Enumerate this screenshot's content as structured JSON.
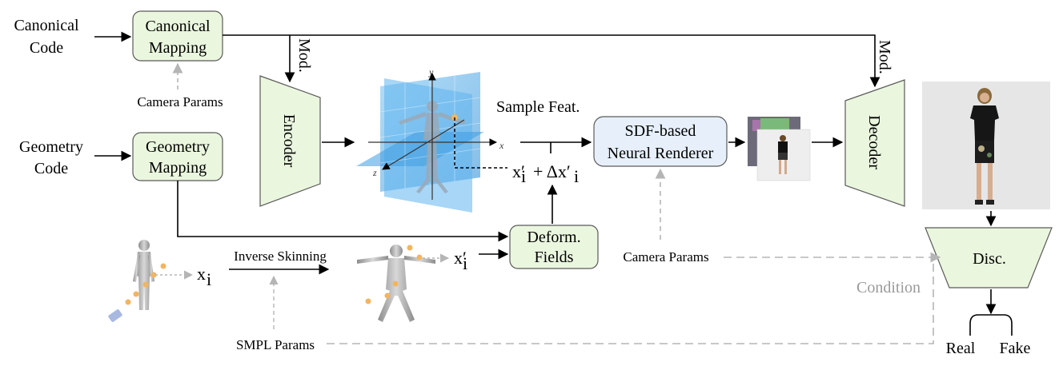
{
  "inputs": {
    "canonical_code": [
      "Canonical",
      "Code"
    ],
    "geometry_code": [
      "Geometry",
      "Code"
    ]
  },
  "blocks": {
    "canonical_mapping": [
      "Canonical",
      "Mapping"
    ],
    "geometry_mapping": [
      "Geometry",
      "Mapping"
    ],
    "encoder": "Encoder",
    "decoder": "Decoder",
    "renderer": [
      "SDF-based",
      "Neural Renderer"
    ],
    "deform_fields": [
      "Deform.",
      "Fields"
    ],
    "discriminator": "Disc."
  },
  "labels": {
    "mod_encoder": "Mod.",
    "mod_decoder": "Mod.",
    "camera_params_top": "Camera Params",
    "camera_params_renderer": "Camera Params",
    "sample_feat": "Sample Feat.",
    "inverse_skinning": "Inverse Skinning",
    "smpl_params": "SMPL Params",
    "condition": "Condition",
    "real": "Real",
    "fake": "Fake"
  },
  "math": {
    "x_i": "x",
    "x_i_sub": "i",
    "x_i_prime": "x′",
    "x_i_prime_sub": "i",
    "deformed_sum": "x′ + Δx′",
    "deformed_sum_sub": "i"
  },
  "axes": {
    "x": "x",
    "y": "y",
    "z": "z"
  },
  "colors": {
    "block_fill": "#eaf6de",
    "block_stroke": "#5a5a5a",
    "renderer_fill": "#e7f0fa",
    "plane_blue": "#4aa8e8",
    "dashed_grey": "#b5b5b5",
    "point_orange": "#f1b561"
  }
}
